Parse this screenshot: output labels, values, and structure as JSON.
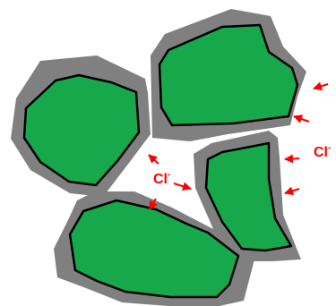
{
  "colors": {
    "background": "#ffffff",
    "grain_fill": "#16a84a",
    "grain_outline": "#000000",
    "coating": "#808080",
    "ion": "#ff0000"
  },
  "ions": {
    "symbol": "Cl",
    "charge": "-"
  },
  "grains": [
    {
      "name": "grain-top-left"
    },
    {
      "name": "grain-top-right"
    },
    {
      "name": "grain-middle-right"
    },
    {
      "name": "grain-bottom"
    }
  ],
  "ion_labels": [
    {
      "name": "chloride-label-outer"
    },
    {
      "name": "chloride-label-pore"
    }
  ]
}
